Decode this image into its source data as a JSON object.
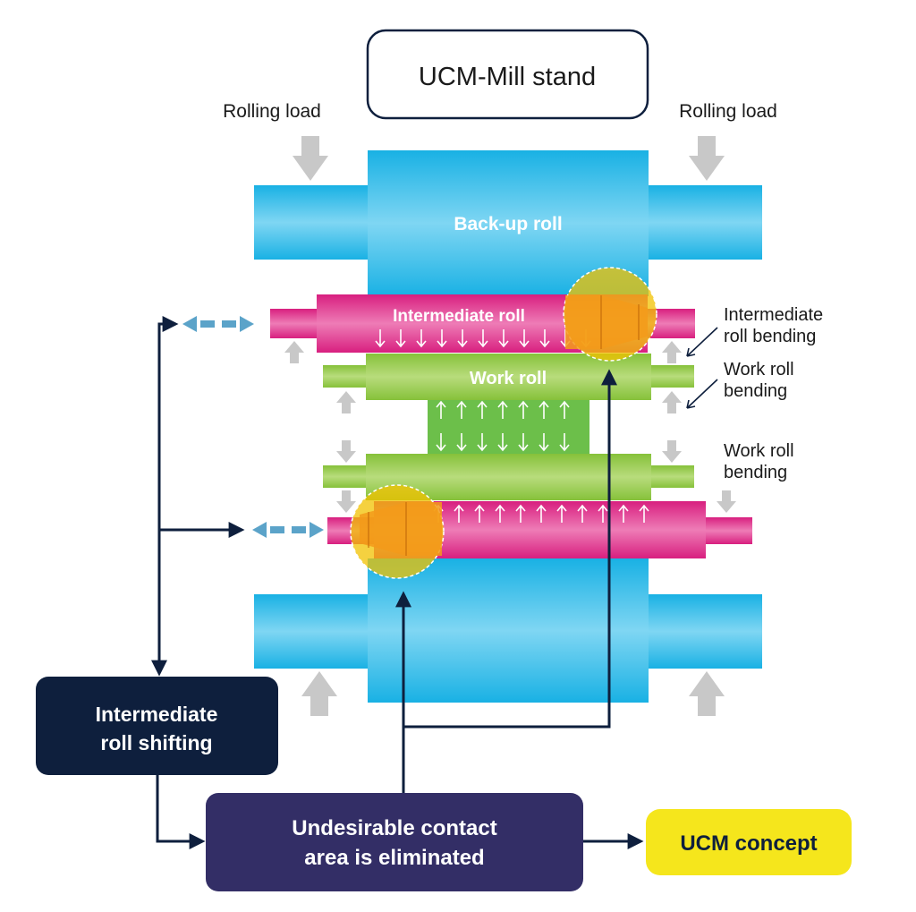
{
  "title": "UCM-Mill stand",
  "loads": {
    "left": "Rolling load",
    "right": "Rolling load"
  },
  "rolls": {
    "backup": "Back-up roll",
    "intermediate": "Intermediate roll",
    "work": "Work roll"
  },
  "bending": {
    "intermediate_line1": "Intermediate",
    "intermediate_line2": "roll bending",
    "work_top_line1": "Work roll",
    "work_top_line2": "bending",
    "work_bottom_line1": "Work roll",
    "work_bottom_line2": "bending"
  },
  "boxes": {
    "shifting_line1": "Intermediate",
    "shifting_line2": "roll shifting",
    "contact_line1": "Undesirable contact",
    "contact_line2": "area is eliminated",
    "concept": "UCM concept"
  },
  "colors": {
    "backup": "#1fb8e6",
    "intermediate": "#e0308a",
    "work": "#8cc63f",
    "strip": "#6cbf4a",
    "highlight": "#f2c200",
    "navy": "#0e1f3d",
    "purple": "#332e66",
    "yellow_box": "#f5e61c",
    "shift_arrow": "#5ba3c9",
    "load_arrow": "#c8c8c8"
  }
}
